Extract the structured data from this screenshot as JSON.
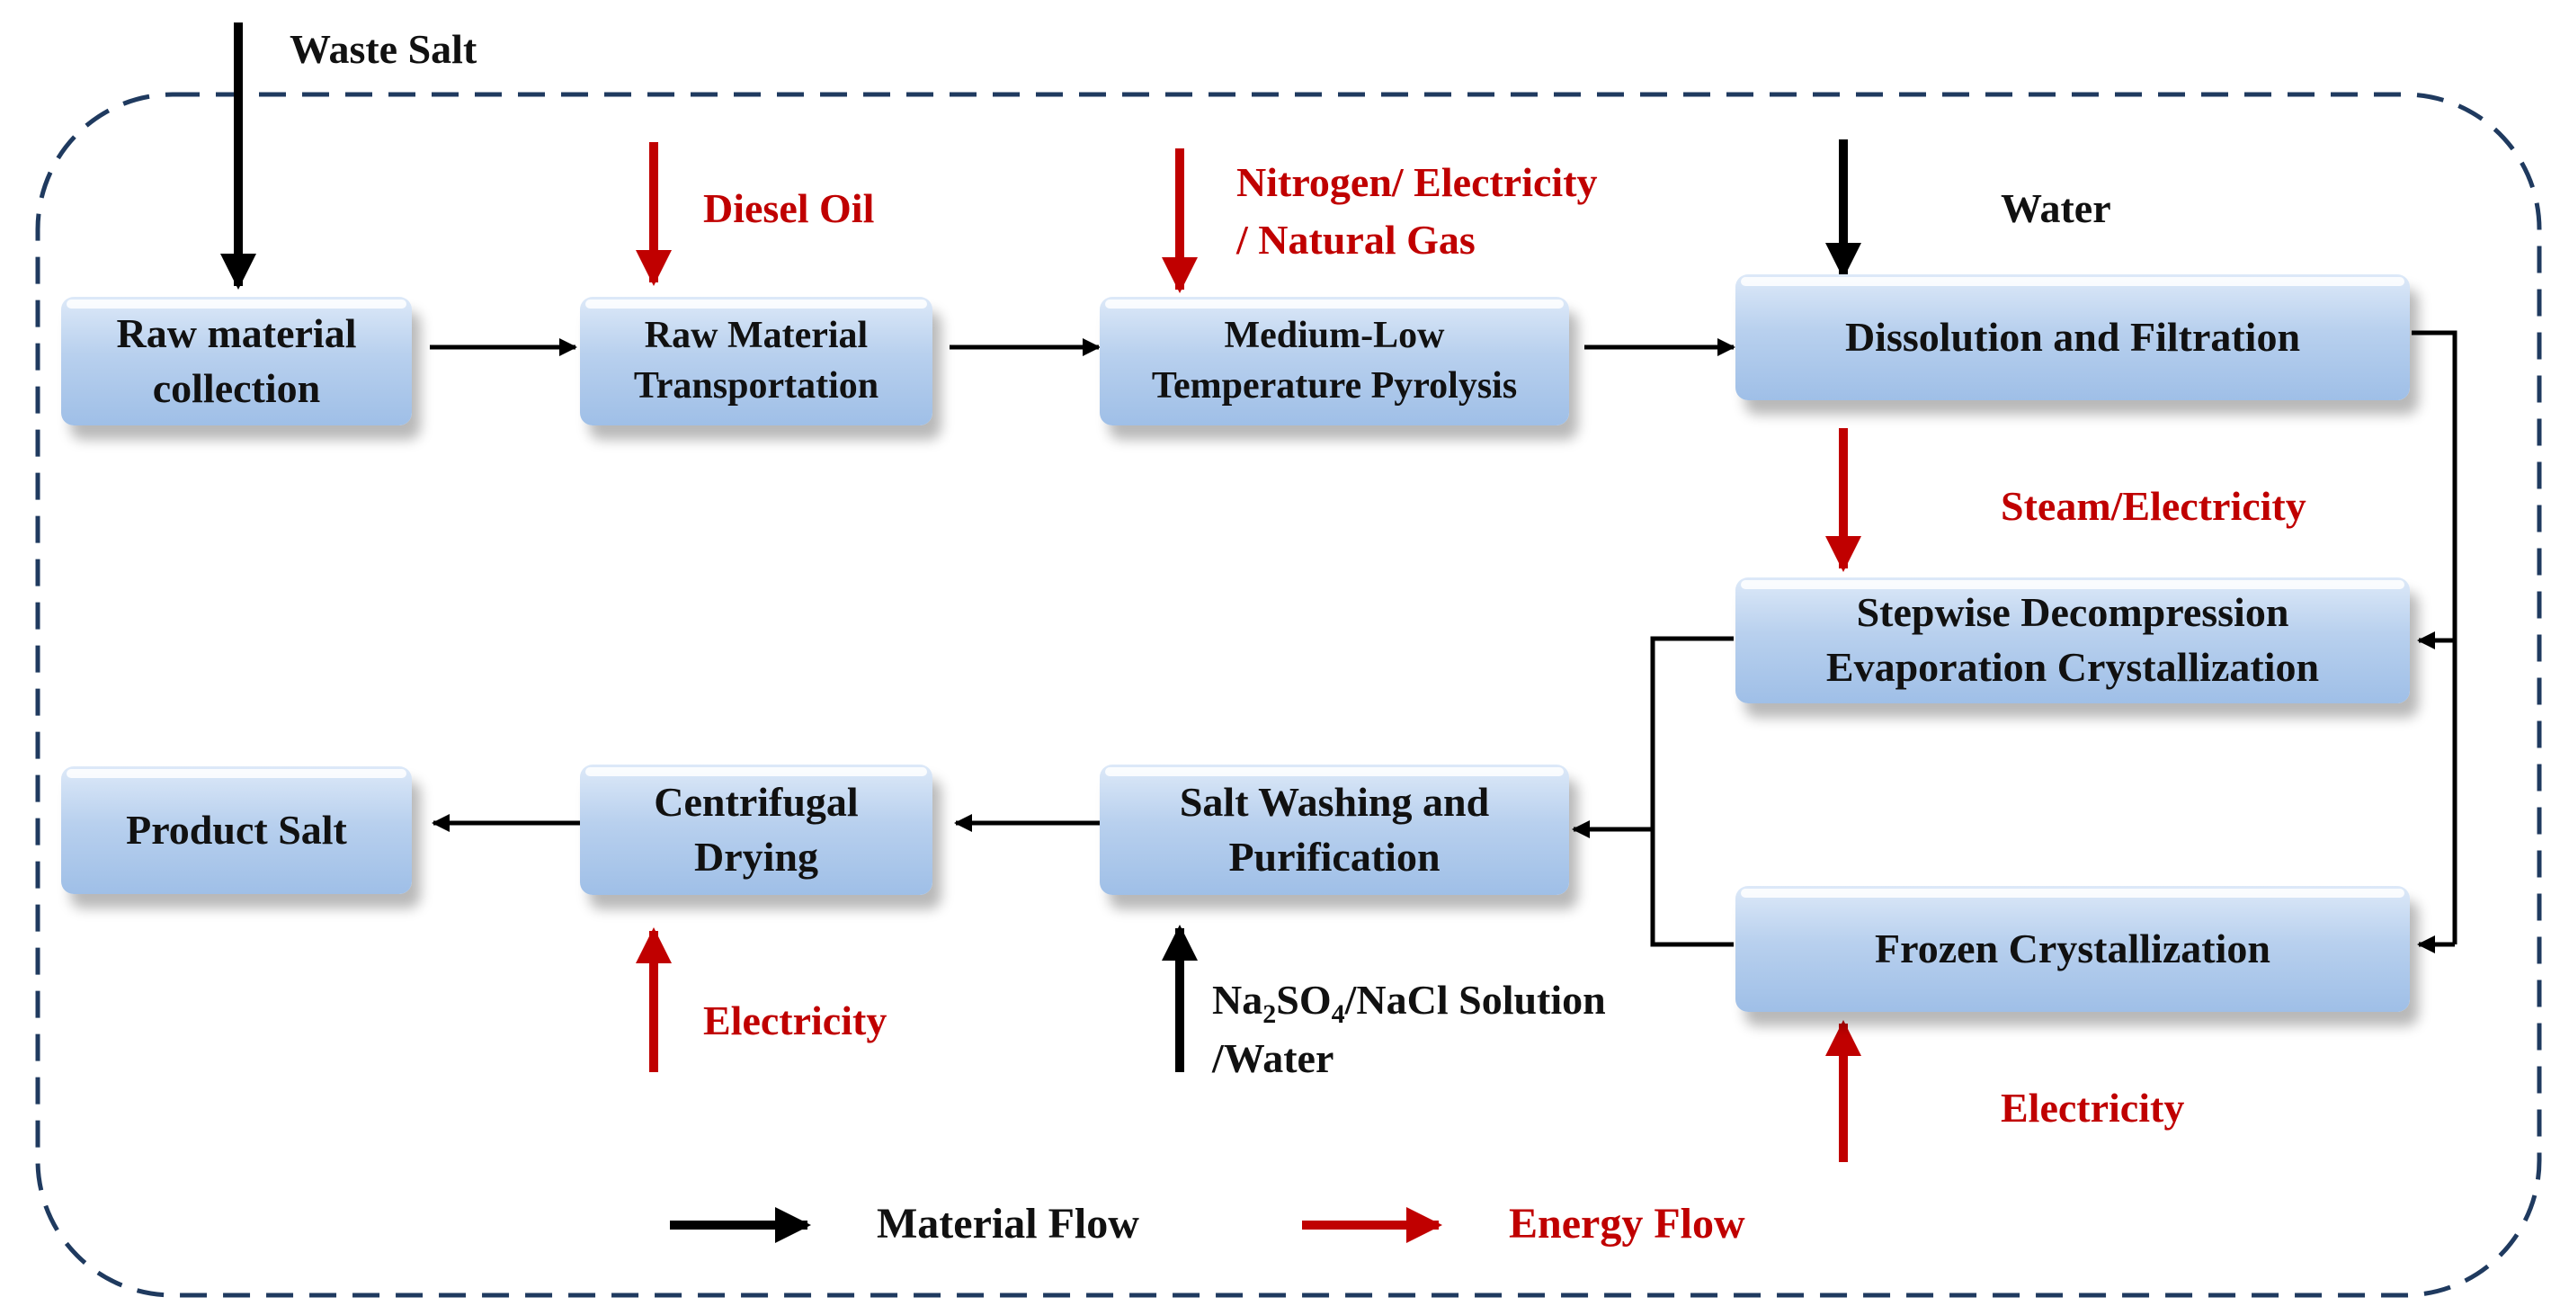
{
  "colors": {
    "material": "#000000",
    "energy": "#c00000",
    "box_fill": "#b8d0ee",
    "boundary": "#1f3a5f"
  },
  "boxes": {
    "raw_collection": {
      "line1": "Raw material",
      "line2": "collection"
    },
    "transport": {
      "line1": "Raw Material",
      "line2": "Transportation"
    },
    "pyrolysis": {
      "line1": "Medium-Low",
      "line2": "Temperature Pyrolysis"
    },
    "dissolution": {
      "line1": "Dissolution and Filtration"
    },
    "evaporation": {
      "line1": "Stepwise Decompression",
      "line2": "Evaporation Crystallization"
    },
    "frozen": {
      "line1": "Frozen Crystallization"
    },
    "washing": {
      "line1": "Salt Washing and",
      "line2": "Purification"
    },
    "drying": {
      "line1": "Centrifugal",
      "line2": "Drying"
    },
    "product": {
      "line1": "Product Salt"
    }
  },
  "inputs": {
    "waste_salt": "Waste Salt",
    "diesel": "Diesel Oil",
    "pyrolysis_energy_1": "Nitrogen/ Electricity",
    "pyrolysis_energy_2": "/ Natural Gas",
    "water": "Water",
    "steam": "Steam/Electricity",
    "frozen_energy": "Electricity",
    "drying_energy": "Electricity",
    "solution_1_pre": "Na",
    "solution_1_sub1": "2",
    "solution_1_mid": "SO",
    "solution_1_sub2": "4",
    "solution_1_post": "/NaCl Solution",
    "solution_2": "/Water"
  },
  "legend": {
    "material": "Material Flow",
    "energy": "Energy Flow"
  }
}
